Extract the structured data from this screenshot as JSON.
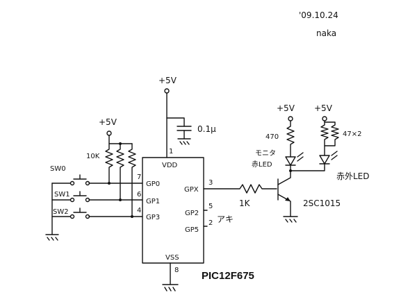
{
  "header": {
    "date": "'09.10.24",
    "author": "naka"
  },
  "chip": {
    "name": "PIC12F675",
    "pins": {
      "vdd": "VDD",
      "vss": "VSS",
      "gp0": "GP0",
      "gp1": "GP1",
      "gp3": "GP3",
      "gpx": "GPX",
      "gp2": "GP2",
      "gp5": "GP5"
    },
    "pin_numbers": {
      "vdd": "1",
      "vss": "8",
      "gp0": "7",
      "gp1": "6",
      "gp3": "4",
      "gpx": "3",
      "gp2": "5",
      "gp5": "2"
    },
    "unused_note": "アキ"
  },
  "power": {
    "top": "+5V",
    "pullup": "+5V",
    "led1": "+5V",
    "led2": "+5V"
  },
  "components": {
    "capacitor": "0.1μ",
    "pullup_resistor": "10K",
    "base_resistor": "1K",
    "led1_resistor": "470",
    "led2_resistor": "47×2",
    "transistor": "2SC1015",
    "led1_line1": "モニタ",
    "led1_line2": "赤LED",
    "led2_label": "赤外LED"
  },
  "switches": {
    "sw0": "SW0",
    "sw1": "SW1",
    "sw2": "SW2"
  }
}
